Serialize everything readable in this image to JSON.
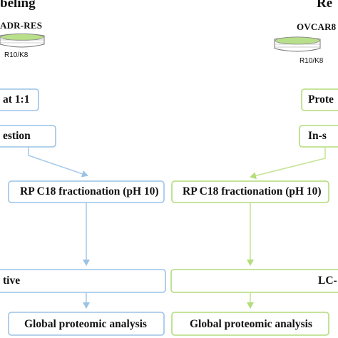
{
  "colors": {
    "blue": "#9cc3e6",
    "blue_arrow": "#a9cbea",
    "green": "#b4dc7a",
    "green_arrow": "#c6e59a",
    "dish_fill": "#b8e08a",
    "text": "#111111"
  },
  "left": {
    "title": "beling",
    "dish_label": "ADR-RES",
    "dish_sub": "R10/K8",
    "box1": "at 1:1",
    "box2": "estion",
    "box3": "RP C18 fractionation (pH 10)",
    "box4": "tive",
    "box5": "Global proteomic analysis"
  },
  "right": {
    "title": "Re",
    "dish_label": "OVCAR8",
    "dish_sub": "R10/K8",
    "box1": "Prote",
    "box2": "In-s",
    "box3": "RP C18 fractionation (pH 10)",
    "box4": "LC-",
    "box5": "Global proteomic analysis"
  }
}
